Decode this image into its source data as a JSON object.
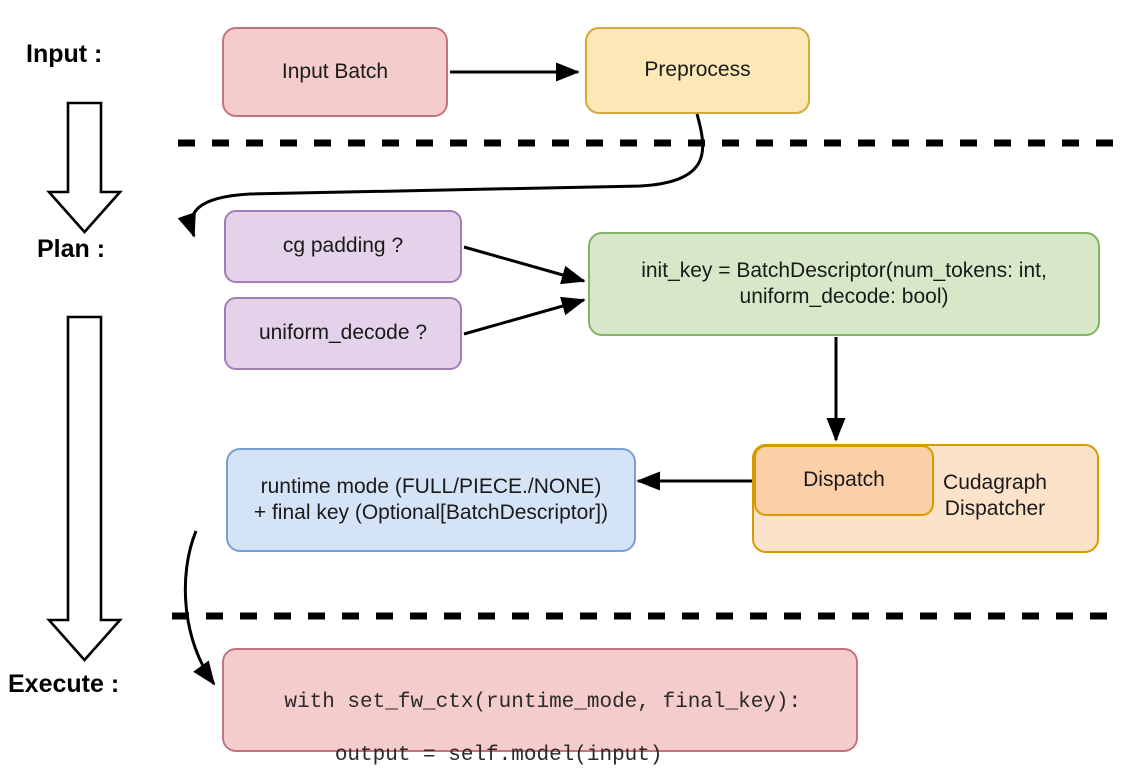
{
  "diagram": {
    "title_stages": [
      {
        "id": "input",
        "label": "Input :"
      },
      {
        "id": "plan",
        "label": "Plan :"
      },
      {
        "id": "execute",
        "label": "Execute :"
      }
    ],
    "nodes": {
      "input_batch": {
        "label": "Input Batch",
        "fill": "#f5cccc",
        "stroke": "#c0767c"
      },
      "preprocess": {
        "label": "Preprocess",
        "fill": "#fbe8b6",
        "stroke": "#d4a93c"
      },
      "cg_padding": {
        "label": "cg padding ?",
        "fill": "#e3d2ea",
        "stroke": "#9f7fb5"
      },
      "uniform_decode": {
        "label": "uniform_decode ?",
        "fill": "#e3d2ea",
        "stroke": "#9f7fb5"
      },
      "init_key": {
        "line1": "init_key = BatchDescriptor(num_tokens: int,",
        "line2": "uniform_decode: bool)",
        "fill": "#d6e8c8",
        "stroke": "#82b366"
      },
      "dispatch": {
        "label": "Dispatch",
        "fill": "#fbcfa8",
        "stroke": "#d79b00"
      },
      "cudagraph_dispatcher": {
        "line1": "Cudagraph",
        "line2": "Dispatcher",
        "fill": "#fce2c8",
        "stroke": "#d79b00"
      },
      "runtime_mode": {
        "line1": "runtime mode (FULL/PIECE./NONE)",
        "line2": "+ final key (Optional[BatchDescriptor])",
        "fill": "#d5e3f7",
        "stroke": "#7b9fd4"
      },
      "execute_code": {
        "line1": "with set_fw_ctx(runtime_mode, final_key):",
        "line2": "    output = self.model(input)",
        "fill": "#f5cccc",
        "stroke": "#c0767c"
      }
    },
    "separators": {
      "count": 2,
      "style": "dashed",
      "color": "#000000"
    },
    "flow_arrows": {
      "color": "#000000"
    }
  }
}
